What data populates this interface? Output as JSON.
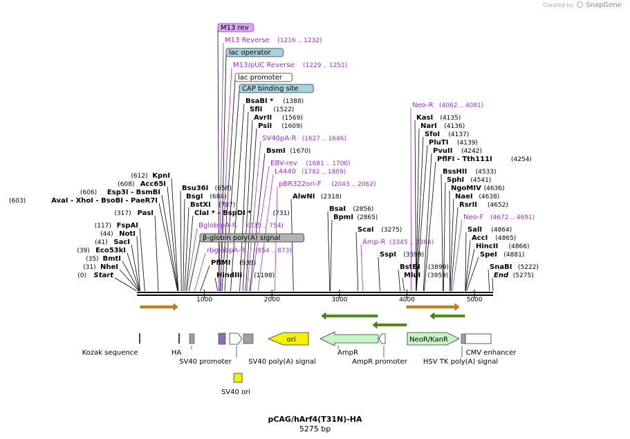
{
  "credit": {
    "prefix": "Created by",
    "brand": "SnapGene"
  },
  "plasmid": {
    "name": "pCAG/hArf4(T31N)-HA",
    "length_label": "5275 bp",
    "length": 5275
  },
  "ruler": {
    "ticks": [
      {
        "bp": 1000,
        "label": "1000"
      },
      {
        "bp": 2000,
        "label": "2000"
      },
      {
        "bp": 3000,
        "label": "3000"
      },
      {
        "bp": 4000,
        "label": "4000"
      },
      {
        "bp": 5000,
        "label": "5000"
      }
    ]
  },
  "colors": {
    "enzyme": "#000000",
    "primer": "#9b30d0",
    "feature_label": "#9b30d0",
    "backbone": "#000000"
  },
  "top_labels": [
    {
      "kind": "box",
      "text": "M13 rev",
      "bp": 1216,
      "fill": "#d9a6f0",
      "stroke": "#9b30d0"
    },
    {
      "kind": "primer",
      "text": "M13 Reverse",
      "pos": "(1216 .. 1232)",
      "bp": 1216
    },
    {
      "kind": "box",
      "text": "lac operator",
      "bp": 1240,
      "fill": "#a7d3e0",
      "stroke": "#333"
    },
    {
      "kind": "primer",
      "text": "M13/pUC Reverse",
      "pos": "(1229 .. 1251)",
      "bp": 1229
    },
    {
      "kind": "box",
      "text": "lac promoter",
      "bp": 1260,
      "fill": "#ffffff",
      "stroke": "#333"
    },
    {
      "kind": "box",
      "text": "CAP binding site",
      "bp": 1300,
      "fill": "#a7d3e0",
      "stroke": "#333"
    },
    {
      "kind": "enzyme",
      "text": "BsaBI",
      "star": "*",
      "pos": "(1388)",
      "bp": 1388
    },
    {
      "kind": "enzyme",
      "text": "SfiI",
      "pos": "(1522)",
      "bp": 1522
    },
    {
      "kind": "enzyme",
      "text": "AvrII",
      "pos": "(1569)",
      "bp": 1569
    },
    {
      "kind": "enzyme",
      "text": "PsiI",
      "pos": "(1609)",
      "bp": 1609
    },
    {
      "kind": "primer",
      "text": "SV40pA-R",
      "pos": "(1627 .. 1646)",
      "bp": 1627
    },
    {
      "kind": "enzyme",
      "text": "BsmI",
      "pos": "(1670)",
      "bp": 1670
    },
    {
      "kind": "primer",
      "text": "EBV-rev",
      "pos": "(1681 .. 1700)",
      "bp": 1681
    },
    {
      "kind": "primer",
      "text": "L4440",
      "pos": "(1792 .. 1809)",
      "bp": 1792
    },
    {
      "kind": "primer",
      "text": "pBR322ori-F",
      "pos": "(2043 .. 2062)",
      "bp": 2043
    },
    {
      "kind": "enzyme",
      "text": "AlwNI",
      "pos": "(2318)",
      "bp": 2318
    },
    {
      "kind": "enzyme",
      "text": "BsaI",
      "pos": "(2856)",
      "bp": 2856
    },
    {
      "kind": "enzyme",
      "text": "BpmI",
      "pos": "(2865)",
      "bp": 2865
    },
    {
      "kind": "enzyme",
      "text": "ScaI",
      "pos": "(3275)",
      "bp": 3275
    },
    {
      "kind": "primer",
      "text": "Amp-R",
      "pos": "(3345 .. 3364)",
      "bp": 3345
    },
    {
      "kind": "enzyme",
      "text": "SspI",
      "pos": "(3599)",
      "bp": 3599
    },
    {
      "kind": "enzyme",
      "text": "BstBI",
      "pos": "(3899)",
      "bp": 3899
    },
    {
      "kind": "enzyme",
      "text": "MluI",
      "pos": "(3959)",
      "bp": 3959
    },
    {
      "kind": "primer",
      "text": "Neo-R",
      "pos": "(4062 .. 4081)",
      "bp": 4062
    },
    {
      "kind": "enzyme",
      "text": "KasI",
      "pos": "(4135)",
      "bp": 4135
    },
    {
      "kind": "enzyme",
      "text": "NarI",
      "pos": "(4136)",
      "bp": 4136
    },
    {
      "kind": "enzyme",
      "text": "SfoI",
      "pos": "(4137)",
      "bp": 4137
    },
    {
      "kind": "enzyme",
      "text": "PluTI",
      "pos": "(4139)",
      "bp": 4139
    },
    {
      "kind": "enzyme",
      "text": "PvuII",
      "pos": "(4242)",
      "bp": 4242
    },
    {
      "kind": "enzyme",
      "text": "PflFI - Tth111I",
      "pos": "(4254)",
      "bp": 4254
    },
    {
      "kind": "enzyme",
      "text": "BssHII",
      "pos": "(4533)",
      "bp": 4533
    },
    {
      "kind": "enzyme",
      "text": "SphI",
      "pos": "(4541)",
      "bp": 4541
    },
    {
      "kind": "enzyme",
      "text": "NgoMIV",
      "pos": "(4636)",
      "bp": 4636
    },
    {
      "kind": "enzyme",
      "text": "NaeI",
      "pos": "(4638)",
      "bp": 4638
    },
    {
      "kind": "enzyme",
      "text": "RsrII",
      "pos": "(4652)",
      "bp": 4652
    },
    {
      "kind": "primer",
      "text": "Neo-F",
      "pos": "(4672 .. 4691)",
      "bp": 4672
    },
    {
      "kind": "enzyme",
      "text": "SalI",
      "pos": "(4864)",
      "bp": 4864
    },
    {
      "kind": "enzyme",
      "text": "AccI",
      "pos": "(4865)",
      "bp": 4865
    },
    {
      "kind": "enzyme",
      "text": "HincII",
      "pos": "(4866)",
      "bp": 4866
    },
    {
      "kind": "enzyme",
      "text": "SpeI",
      "pos": "(4881)",
      "bp": 4881
    },
    {
      "kind": "enzyme",
      "text": "SnaBI",
      "pos": "(5222)",
      "bp": 5222
    },
    {
      "kind": "enzyme",
      "text": "End",
      "pos": "(5275)",
      "bp": 5275,
      "italic": true
    },
    {
      "kind": "enzyme",
      "text": "Bsu36I",
      "pos": "(658)",
      "bp": 658
    },
    {
      "kind": "enzyme",
      "text": "BsgI",
      "pos": "(684)",
      "bp": 684
    },
    {
      "kind": "enzyme",
      "text": "BstXI",
      "pos": "(707)",
      "bp": 707
    },
    {
      "kind": "enzyme",
      "text": "ClaI * - BspDI *",
      "pos": "(731)",
      "bp": 731
    },
    {
      "kind": "primer",
      "text": "Bglob-pA-R",
      "pos": "(735 .. 754)",
      "bp": 735
    },
    {
      "kind": "box",
      "text": "β-globin poly(A) signal",
      "bp": 770,
      "fill": "#b3b3b3",
      "stroke": "#333"
    },
    {
      "kind": "primer",
      "text": "rbglobpA-R",
      "pos": "(854 .. 873)",
      "bp": 854
    },
    {
      "kind": "enzyme",
      "text": "PflMI",
      "pos": "(939)",
      "bp": 939
    },
    {
      "kind": "enzyme",
      "text": "HindIII",
      "pos": "(1198)",
      "bp": 1198
    }
  ],
  "left_labels": [
    {
      "pos": "(612)",
      "text": "KpnI",
      "bp": 612
    },
    {
      "pos": "(608)",
      "text": "Acc65I",
      "bp": 608
    },
    {
      "pos": "(606)",
      "text": "Esp3I - BsmBI",
      "bp": 606
    },
    {
      "pos": "(603)",
      "text": "AvaI - XhoI - BsoBI - PaeR7I",
      "bp": 603
    },
    {
      "pos": "(317)",
      "text": "PasI",
      "bp": 317
    },
    {
      "pos": "(117)",
      "text": "FspAI",
      "bp": 117
    },
    {
      "pos": "(44)",
      "text": "NotI",
      "bp": 44
    },
    {
      "pos": "(41)",
      "text": "SacI",
      "bp": 41
    },
    {
      "pos": "(39)",
      "text": "Eco53kI",
      "bp": 39
    },
    {
      "pos": "(35)",
      "text": "BmtI",
      "bp": 35
    },
    {
      "pos": "(31)",
      "text": "NheI",
      "bp": 31
    },
    {
      "pos": "(0)",
      "text": "Start",
      "bp": 0,
      "italic": true
    }
  ],
  "features": [
    {
      "name": "Kozak sequence",
      "start": 10,
      "end": 20
    },
    {
      "name": "HA",
      "start": 600,
      "end": 620
    },
    {
      "name": "SV40 promoter",
      "start": 790,
      "end": 850
    },
    {
      "name": "SV40 poly(A) signal",
      "start": 1450,
      "end": 1600
    },
    {
      "name": "ori",
      "start": 1950,
      "end": 2560
    },
    {
      "name": "AmpR",
      "start": 2720,
      "end": 3580
    },
    {
      "name": "AmpR promoter",
      "start": 3580,
      "end": 3690
    },
    {
      "name": "NeoR/KanR",
      "start": 3940,
      "end": 4720
    },
    {
      "name": "HSV TK poly(A) signal",
      "start": 4720,
      "end": 4780
    },
    {
      "name": "CMV enhancer",
      "start": 4780,
      "end": 5160
    },
    {
      "name": "SV40 ori",
      "start": 1460,
      "end": 1590
    }
  ]
}
